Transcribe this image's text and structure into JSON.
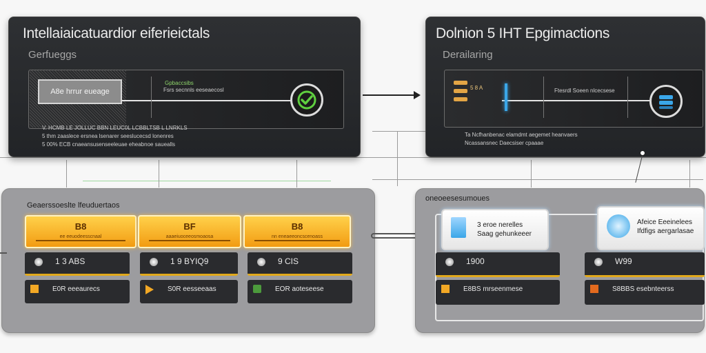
{
  "panels": {
    "left": {
      "title": "Intellaiaicatuardior eiferieictals",
      "subtitle": "Gerfueggs",
      "grey_box_label": "A8e hrrur eueage",
      "mid_text_green": "Gpbaccsibs",
      "mid_text": "Fsrs secnnls eeseaecosl",
      "row1": "V. HCMB LE JOLLUC BBN LEUC0L LCBBLTSB L LNRKLS",
      "row2": "5 thm zaaslece ersnea lsenarer seeslucecsd lonenres",
      "row3": "5 00% ECB cnaeansusenseeleuae eheabnoe sauealls"
    },
    "right": {
      "title": "Dolnion 5 IHT Epgimactions",
      "subtitle": "Derailaring",
      "left_label": "5 8 A",
      "mid_text": "Ftesrdl Soeen nlcecsese",
      "row1": "Ta Ncfhanbenac elamdmt aegemet heanvaers",
      "row2": "Ncassansnec Daecsiser cpaaae"
    }
  },
  "bottom_left": {
    "label": "Geaerssoeslte lfeuduertaos",
    "cards": [
      {
        "title": "B8",
        "sub": "ee eeuodeesscnaal",
        "value": "1 3 ABS",
        "row_value": "E0R eeeaurecs"
      },
      {
        "title": "BF",
        "sub": "aaaeiuoceeosmoaosa",
        "value": "1 9 BYIQ9",
        "row_value": "S0R eesseeaas"
      },
      {
        "title": "B8",
        "sub": "nn eneaeeoncscenoass",
        "value": "9 CIS",
        "row_value": "EOR aoteseese"
      }
    ]
  },
  "bottom_right": {
    "label": "oneoeesesumoues",
    "cards": [
      {
        "line1": "3 eroe nerelles",
        "line2": "Saag gehunkeeer",
        "value": "1900",
        "row_value": "E8BS mrseenmese"
      },
      {
        "line1": "Afeice Eeeinelees",
        "line2": "Ifdfigs aergarlasae",
        "value": "W99",
        "row_value": "S8BBS esebnteerss"
      }
    ]
  },
  "colors": {
    "accent_orange": "#f29b12",
    "check_green": "#5fcf3f",
    "icon_blue": "#3aa6e8"
  }
}
